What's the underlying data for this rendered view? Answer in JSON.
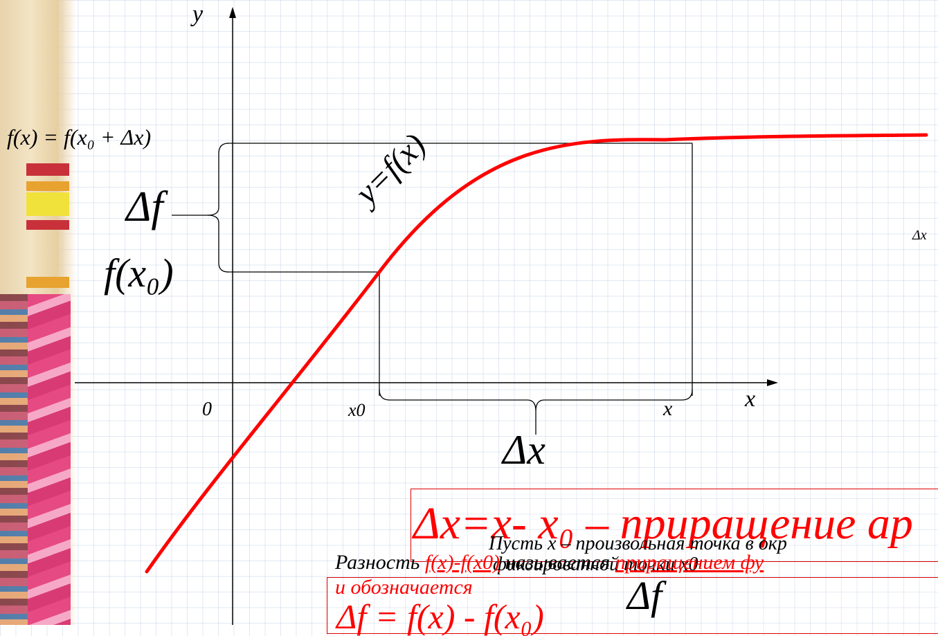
{
  "colors": {
    "curve": "#ff0000",
    "axes": "#000000",
    "text_accent": "#ff0000",
    "box_border": "#e00000"
  },
  "axes": {
    "y_label": "y",
    "x_label": "x",
    "origin_label": "0"
  },
  "points": {
    "x0_label": "x0",
    "x_label": "x"
  },
  "curve_label": "y=f(x)",
  "left_labels": {
    "fx_full": "f(x) = f(x₀ + Δx)",
    "delta_f": "Δf",
    "f_x0": "f(x₀)"
  },
  "delta_x_label": "Δx",
  "right_edge_label": "Δx",
  "definition_box": {
    "main_formula": "Δx=x- x₀ – приращение ар",
    "line1": "Пусть x – произвольная точка в окр",
    "line2": "фиксированной точки x0"
  },
  "lower_text": {
    "lead": "Разность ",
    "diff": "f(x)-f(x0)",
    "called": " называется ",
    "term": "приращением фу",
    "denoted": "и обозначается",
    "delta_f_symbol": "Δf",
    "formula_partial": "Δf = f(x) - f(x₀)"
  }
}
